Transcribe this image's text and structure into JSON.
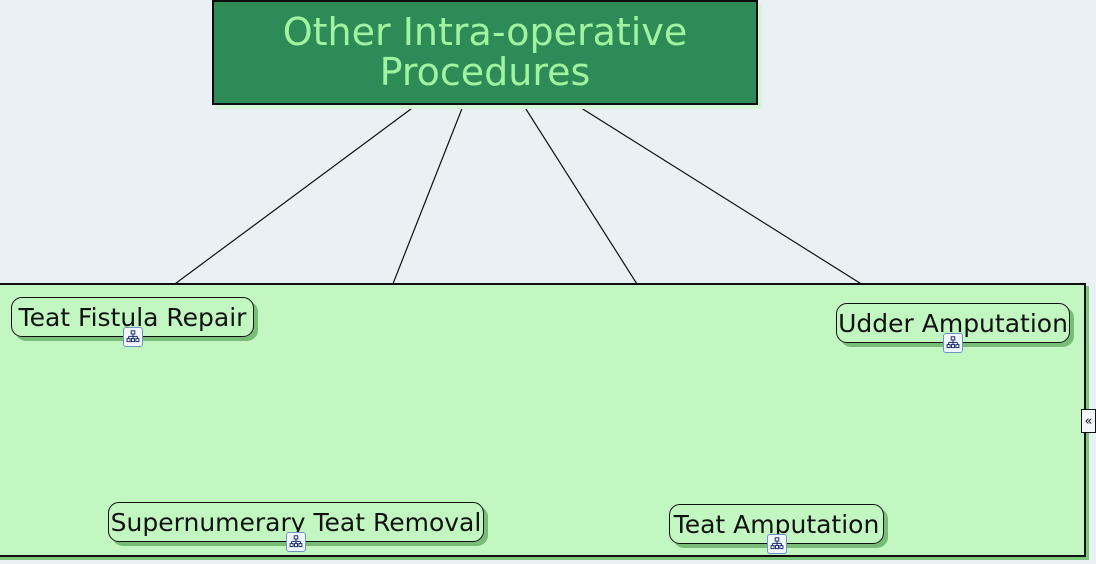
{
  "diagram": {
    "type": "concept-map",
    "background_color": "#eaf1f4",
    "root": {
      "label": "Other Intra-operative\nProcedures",
      "fill_color": "#2e8b57",
      "text_color": "#9ff59f",
      "border_color": "#0d0d0d"
    },
    "group_panel": {
      "fill_color": "#c2f7c2",
      "border_color": "#0e0e0e"
    },
    "nodes": [
      {
        "id": "teat-fistula-repair",
        "label": "Teat Fistula Repair",
        "badge_icon": "hierarchy-icon"
      },
      {
        "id": "udder-amputation",
        "label": "Udder Amputation",
        "badge_icon": "hierarchy-icon"
      },
      {
        "id": "supernumerary-teat-removal",
        "label": "Supernumerary Teat Removal",
        "badge_icon": "hierarchy-icon"
      },
      {
        "id": "teat-amputation",
        "label": "Teat Amputation",
        "badge_icon": "hierarchy-icon"
      }
    ],
    "edges": [
      {
        "from": "root",
        "to": "teat-fistula-repair"
      },
      {
        "from": "root",
        "to": "supernumerary-teat-removal"
      },
      {
        "from": "root",
        "to": "teat-amputation"
      },
      {
        "from": "root",
        "to": "udder-amputation"
      }
    ],
    "collapse_handle": {
      "label": "«",
      "icon": "chevron-double-left-icon"
    }
  }
}
